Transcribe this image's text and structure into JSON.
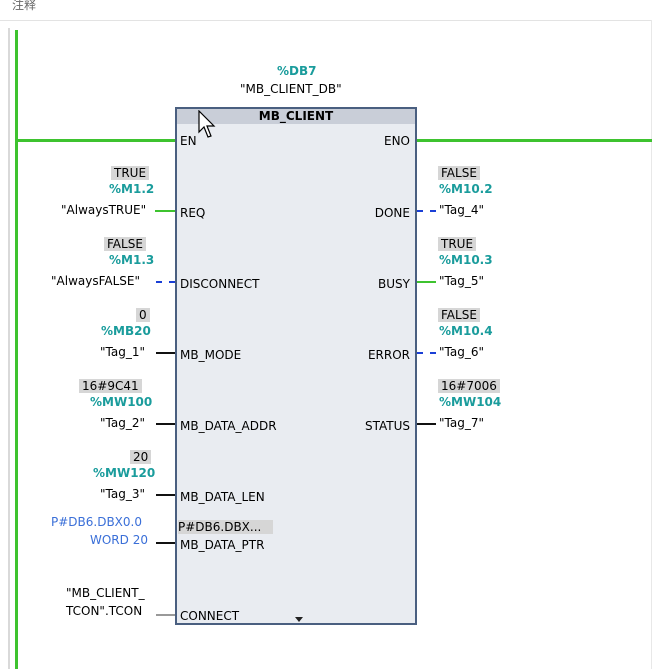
{
  "comment_label": "注释",
  "db": {
    "address": "%DB7",
    "name": "\"MB_CLIENT_DB\""
  },
  "block": {
    "title": "MB_CLIENT",
    "en": "EN",
    "eno": "ENO",
    "ptr_value": "P#DB6.DBX..."
  },
  "inputs": [
    {
      "pin": "REQ",
      "value": "TRUE",
      "address": "%M1.2",
      "tag": "\"AlwaysTRUE\""
    },
    {
      "pin": "DISCONNECT",
      "value": "FALSE",
      "address": "%M1.3",
      "tag": "\"AlwaysFALSE\""
    },
    {
      "pin": "MB_MODE",
      "value": "0",
      "address": "%MB20",
      "tag": "\"Tag_1\""
    },
    {
      "pin": "MB_DATA_ADDR",
      "value": "16#9C41",
      "address": "%MW100",
      "tag": "\"Tag_2\""
    },
    {
      "pin": "MB_DATA_LEN",
      "value": "20",
      "address": "%MW120",
      "tag": "\"Tag_3\""
    },
    {
      "pin": "MB_DATA_PTR",
      "line1": "P#DB6.DBX0.0",
      "line2": "WORD 20"
    },
    {
      "pin": "CONNECT",
      "line1": "\"MB_CLIENT_",
      "line2": "TCON\".TCON"
    }
  ],
  "outputs": [
    {
      "pin": "DONE",
      "value": "FALSE",
      "address": "%M10.2",
      "tag": "\"Tag_4\""
    },
    {
      "pin": "BUSY",
      "value": "TRUE",
      "address": "%M10.3",
      "tag": "\"Tag_5\""
    },
    {
      "pin": "ERROR",
      "value": "FALSE",
      "address": "%M10.4",
      "tag": "\"Tag_6\""
    },
    {
      "pin": "STATUS",
      "value": "16#7006",
      "address": "%MW104",
      "tag": "\"Tag_7\""
    }
  ]
}
